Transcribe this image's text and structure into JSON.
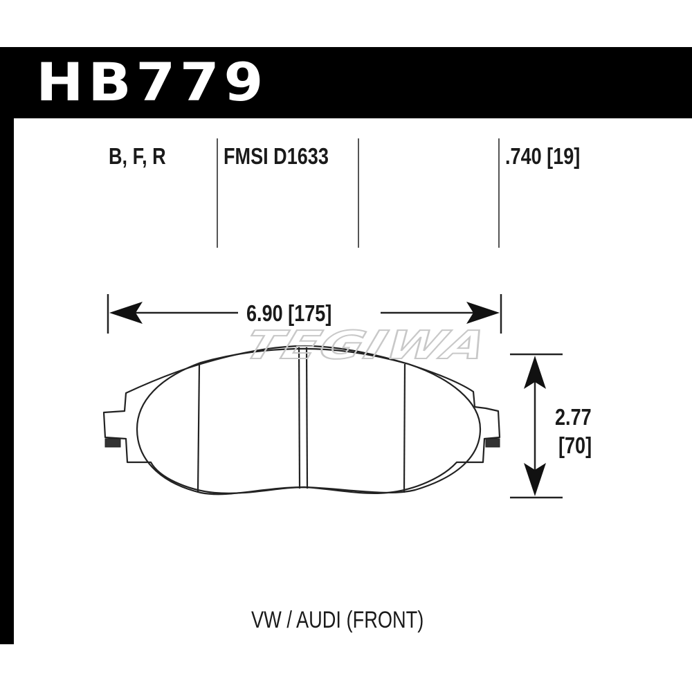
{
  "header": {
    "part_number": "HB779",
    "background_color": "#000000",
    "text_color": "#ffffff"
  },
  "specs": {
    "compounds": "B, F, R",
    "fmsi": "FMSI D1633",
    "thickness": ".740 [19]"
  },
  "dimensions": {
    "width": "6.90 [175]",
    "height_in": "2.77",
    "height_mm": "[70]"
  },
  "watermark": "TEGIWA",
  "footer": {
    "application": "VW / AUDI (FRONT)"
  },
  "icons": {
    "left-arrow": "arrow-head-left",
    "right-arrow": "arrow-head-right",
    "up-arrow": "arrow-head-up",
    "down-arrow": "arrow-head-down"
  }
}
